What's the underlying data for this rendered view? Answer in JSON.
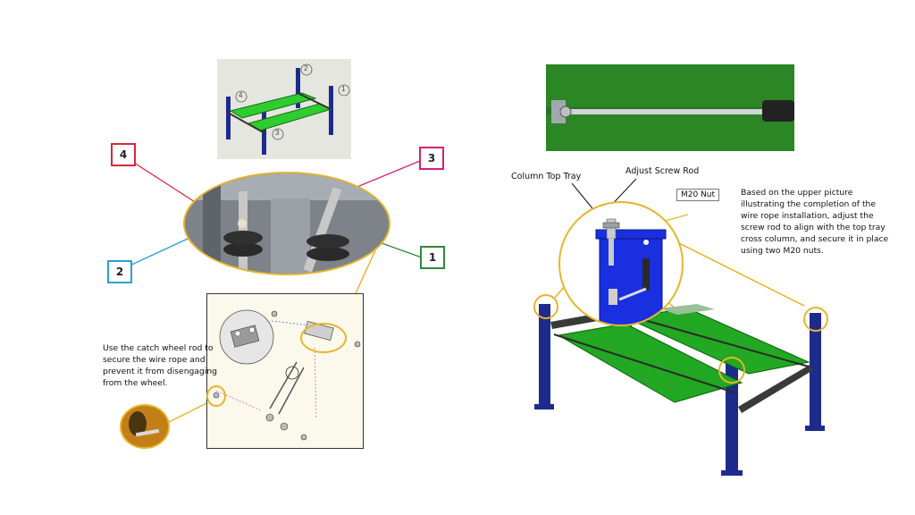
{
  "callouts": [
    {
      "num": "4",
      "color": "#d9273a"
    },
    {
      "num": "3",
      "color": "#d61f7a"
    },
    {
      "num": "2",
      "color": "#2aa0d4"
    },
    {
      "num": "1",
      "color": "#2f8a3b"
    }
  ],
  "thumbnail": {
    "part_numbers": [
      "1",
      "2",
      "3",
      "4"
    ]
  },
  "left_note": "Use the catch wheel rod to\nsecure the wire rope and\nprevent it from disengaging\nfrom the wheel.",
  "right_labels": {
    "column_top_tray": "Column Top Tray",
    "adjust_screw_rod": "Adjust Screw Rod",
    "m20_nut": "M20 Nut"
  },
  "right_note": "Based on the upper picture\nillustrating the completion of the\nwire rope installation, adjust the\nscrew rod to align with the top tray\ncross column, and secure it in place\nusing two M20 nuts.",
  "colors": {
    "accent_yellow": "#e8b52a",
    "lift_blue": "#1d2b8c",
    "lift_green": "#1fa11f",
    "tray_blue": "#1a2fe0"
  }
}
